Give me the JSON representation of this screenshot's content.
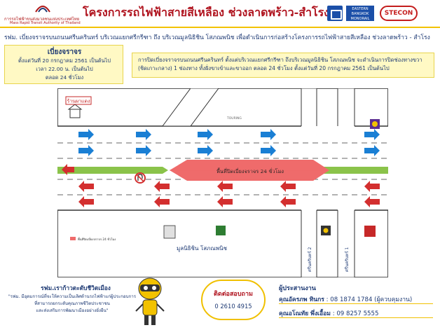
{
  "header": {
    "agency_th": "การรถไฟฟ้าขนส่งมวลชนแห่งประเทศไทย",
    "agency_en": "Mass Rapid Transit Authority of Thailand",
    "project_title": "โครงการรถไฟฟ้าสายสีเหลือง ช่วงลาดพร้าว-สำโรง",
    "ebm_logo_text": "EASTERN BANGKOK MONORAIL",
    "stecon_logo_text": "STECON"
  },
  "subtitle": "รฟม. เบี่ยงจราจรบนถนนศรีนครินทร์ บริเวณแยกศรีกรีฑา ถึง บริเวณมูลนิธิชิน โสภณพนิช เพื่อดำเนินการก่อสร้างโครงการรถไฟฟ้าสายสีเหลือง ช่วงลาดพร้าว - สำโรง",
  "notice_left": {
    "title": "เบี่ยงจราจร",
    "lines": [
      "ตั้งแต่วันที่ 20 กรกฎาคม 2561 เป็นต้นไป",
      "เวลา 22.00 น. เป็นต้นไป",
      "ตลอด 24 ชั่วโมง"
    ]
  },
  "notice_right": {
    "text": "การปิดเบี่ยงจราจรบนถนนศรีนครินทร์ ตั้งแต่บริเวณแยกศรีกรีฑา ถึงบริเวณมูลนิธิชิน โสภณพนิช จะดำเนินการปิดช่องทางขวา (ชิดเกาะกลาง) 1 ช่องทาง ทั้งฝั่งขาเข้าและขาออก ตลอด 24 ชั่วโมง ตั้งแต่วันที่ 20 กรกฎาคม 2561 เป็นต้นไป"
  },
  "map": {
    "shop_label": "ร้านผาแดง",
    "closure_label": "พื้นที่ปิดเบี่ยงจราจร 24 ชั่วโมง",
    "legend_label": "พื้นที่ปิดเบี่ยงจราจร 24 ชั่วโมง",
    "foundation_label": "มูลนิธิชิน โสภณพนิช",
    "soi_left": "ศรีนครินทร์ 2",
    "soi_right": "ศรีนครินทร์ 1",
    "brand_label": "TOURING",
    "colors": {
      "road": "#d9d9d9",
      "closure": "#ef6b6b",
      "median": "#8bc34a",
      "arrow": "#1a7fd4"
    }
  },
  "footer": {
    "agency": "รฟม.เราก้าวตะดับชีวิตเมือง",
    "slogan_lines": [
      "\"รฟม. มีอุดมการณ์ที่จะให้ความเป็นเลิศด้านรถไฟฟ้าแก่ผู้ประกอบการ",
      "ที่สามารถยกระดับคุณภาพชีวิตประชาชน",
      "และส่งเสริมการพัฒนาเมืองอย่างยั่งยืน\""
    ],
    "contact_title": "ติดต่อสอบถาม",
    "contact_phone": "0 2610 4915",
    "coordinator_title": "ผู้ประสานงาน",
    "coordinators": [
      {
        "name": "คุณอัครภพ ทินกร",
        "phone": ": 08 1874 1784 (ผู้ควบคุมงาน)"
      },
      {
        "name": "คุณอโณทัย พึ่งเอื้อม",
        "phone": ": 09 8257 5555"
      }
    ]
  }
}
